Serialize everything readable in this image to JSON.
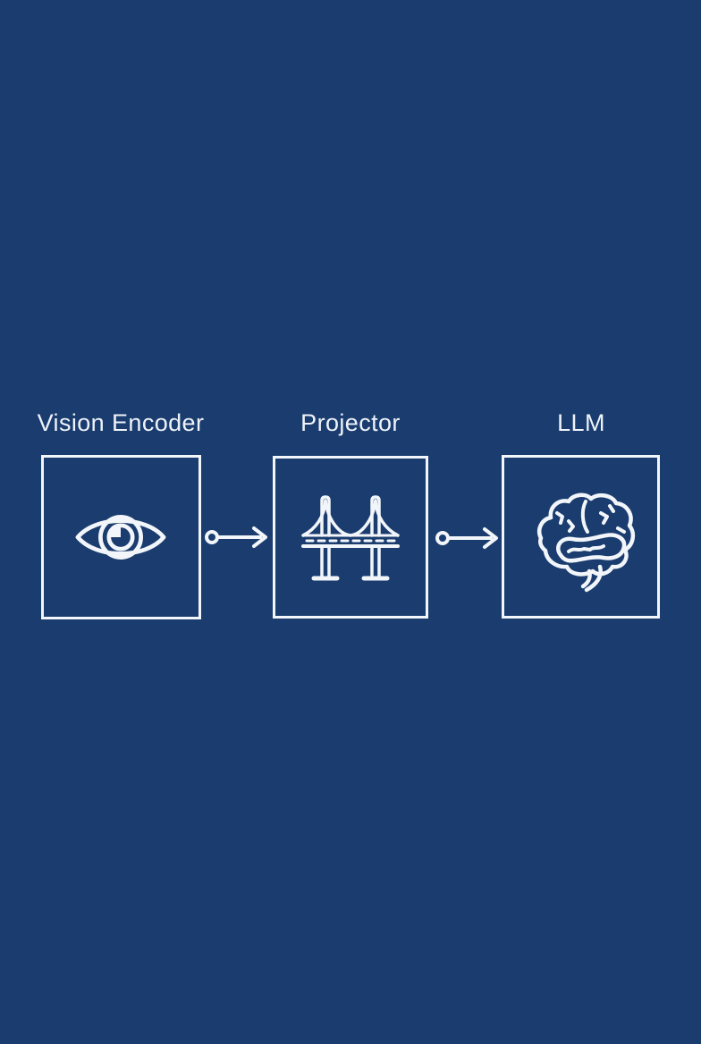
{
  "theme": {
    "background_color": "#1a3c6e",
    "line_color": "#f2f6fa",
    "text_color": "#eef3f9"
  },
  "diagram": {
    "type": "pipeline-flow",
    "nodes": [
      {
        "label": "Vision Encoder",
        "icon": "eye-icon"
      },
      {
        "label": "Projector",
        "icon": "bridge-icon"
      },
      {
        "label": "LLM",
        "icon": "brain-icon"
      }
    ],
    "connectors": [
      {
        "from": "Vision Encoder",
        "to": "Projector",
        "shape": "circle-line-arrow"
      },
      {
        "from": "Projector",
        "to": "LLM",
        "shape": "circle-line-arrow"
      }
    ]
  }
}
